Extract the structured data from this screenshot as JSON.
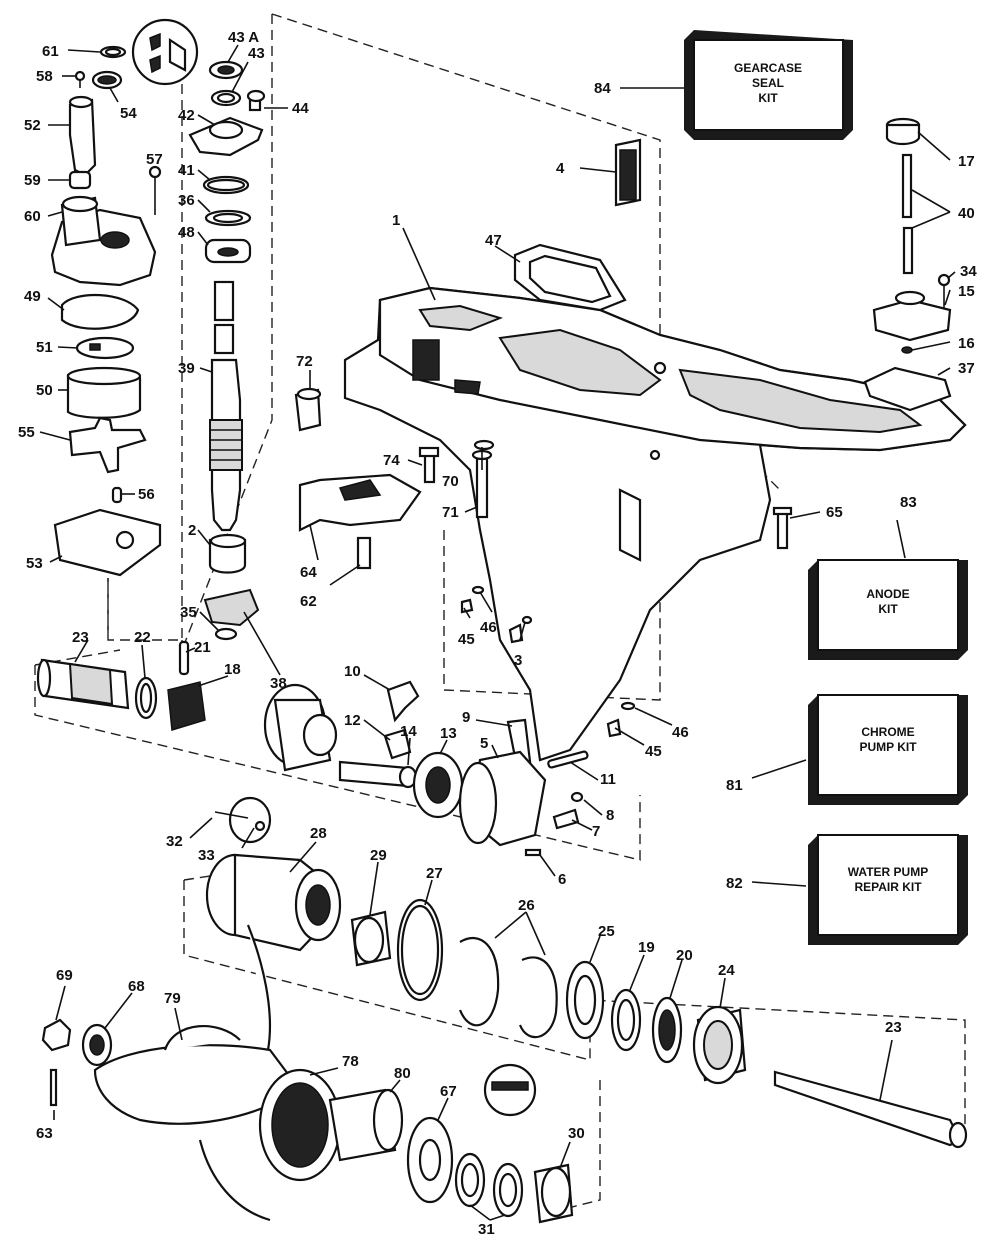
{
  "kits": {
    "gearcase_seal": {
      "number": "84",
      "line1": "GEARCASE",
      "line2": "SEAL",
      "line3": "KIT"
    },
    "anode": {
      "number": "83",
      "line1": "ANODE",
      "line2": "KIT"
    },
    "chrome_pump": {
      "number": "81",
      "line1": "CHROME",
      "line2": "PUMP KIT"
    },
    "water_pump": {
      "number": "82",
      "line1": "WATER PUMP",
      "line2": "REPAIR KIT"
    }
  },
  "callouts": [
    {
      "id": "61",
      "label": "61"
    },
    {
      "id": "58",
      "label": "58"
    },
    {
      "id": "52",
      "label": "52"
    },
    {
      "id": "54",
      "label": "54"
    },
    {
      "id": "59",
      "label": "59"
    },
    {
      "id": "57",
      "label": "57"
    },
    {
      "id": "60",
      "label": "60"
    },
    {
      "id": "49",
      "label": "49"
    },
    {
      "id": "51",
      "label": "51"
    },
    {
      "id": "50",
      "label": "50"
    },
    {
      "id": "55",
      "label": "55"
    },
    {
      "id": "56",
      "label": "56"
    },
    {
      "id": "53",
      "label": "53"
    },
    {
      "id": "43A",
      "label": "43 A"
    },
    {
      "id": "43",
      "label": "43"
    },
    {
      "id": "44",
      "label": "44"
    },
    {
      "id": "42",
      "label": "42"
    },
    {
      "id": "41",
      "label": "41"
    },
    {
      "id": "36",
      "label": "36"
    },
    {
      "id": "48",
      "label": "48"
    },
    {
      "id": "39",
      "label": "39"
    },
    {
      "id": "2",
      "label": "2"
    },
    {
      "id": "35",
      "label": "35"
    },
    {
      "id": "38",
      "label": "38"
    },
    {
      "id": "23a",
      "label": "23"
    },
    {
      "id": "22",
      "label": "22"
    },
    {
      "id": "21",
      "label": "21"
    },
    {
      "id": "18",
      "label": "18"
    },
    {
      "id": "4",
      "label": "4"
    },
    {
      "id": "1",
      "label": "1"
    },
    {
      "id": "47",
      "label": "47"
    },
    {
      "id": "72",
      "label": "72"
    },
    {
      "id": "74",
      "label": "74"
    },
    {
      "id": "70",
      "label": "70"
    },
    {
      "id": "71",
      "label": "71"
    },
    {
      "id": "64",
      "label": "64"
    },
    {
      "id": "62",
      "label": "62"
    },
    {
      "id": "17",
      "label": "17"
    },
    {
      "id": "40",
      "label": "40"
    },
    {
      "id": "34",
      "label": "34"
    },
    {
      "id": "15",
      "label": "15"
    },
    {
      "id": "16",
      "label": "16"
    },
    {
      "id": "37",
      "label": "37"
    },
    {
      "id": "65",
      "label": "65"
    },
    {
      "id": "45a",
      "label": "45"
    },
    {
      "id": "46a",
      "label": "46"
    },
    {
      "id": "3",
      "label": "3"
    },
    {
      "id": "46b",
      "label": "46"
    },
    {
      "id": "45b",
      "label": "45"
    },
    {
      "id": "10",
      "label": "10"
    },
    {
      "id": "9",
      "label": "9"
    },
    {
      "id": "12",
      "label": "12"
    },
    {
      "id": "14",
      "label": "14"
    },
    {
      "id": "13",
      "label": "13"
    },
    {
      "id": "5",
      "label": "5"
    },
    {
      "id": "11",
      "label": "11"
    },
    {
      "id": "8",
      "label": "8"
    },
    {
      "id": "7",
      "label": "7"
    },
    {
      "id": "6",
      "label": "6"
    },
    {
      "id": "32",
      "label": "32"
    },
    {
      "id": "33",
      "label": "33"
    },
    {
      "id": "28",
      "label": "28"
    },
    {
      "id": "29",
      "label": "29"
    },
    {
      "id": "27",
      "label": "27"
    },
    {
      "id": "26",
      "label": "26"
    },
    {
      "id": "25",
      "label": "25"
    },
    {
      "id": "19",
      "label": "19"
    },
    {
      "id": "20",
      "label": "20"
    },
    {
      "id": "24",
      "label": "24"
    },
    {
      "id": "23b",
      "label": "23"
    },
    {
      "id": "69",
      "label": "69"
    },
    {
      "id": "68",
      "label": "68"
    },
    {
      "id": "79",
      "label": "79"
    },
    {
      "id": "63",
      "label": "63"
    },
    {
      "id": "78",
      "label": "78"
    },
    {
      "id": "80",
      "label": "80"
    },
    {
      "id": "67",
      "label": "67"
    },
    {
      "id": "30",
      "label": "30"
    },
    {
      "id": "31",
      "label": "31"
    }
  ]
}
